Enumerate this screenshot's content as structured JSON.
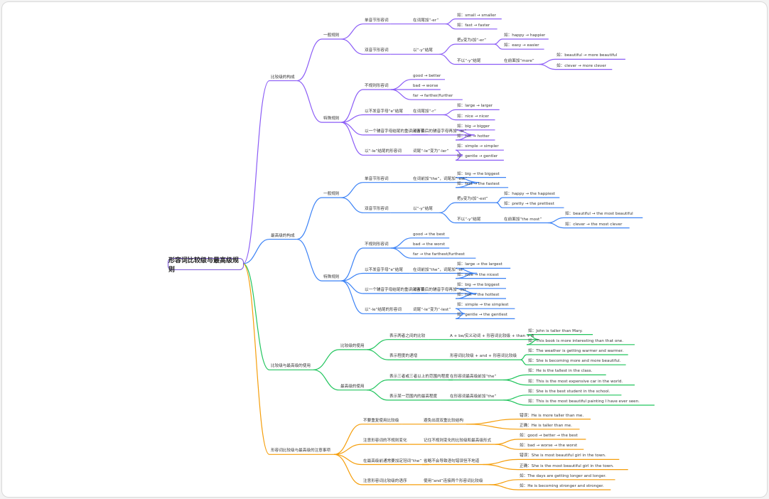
{
  "root": "形容词比较级与最高级规则",
  "colors": {
    "c1": "#8b5cf6",
    "c2": "#3b82f6",
    "c3": "#22c55e",
    "c4": "#f59e0b"
  },
  "branches": [
    {
      "label": "比较级的构成",
      "children": [
        {
          "label": "一般规则",
          "children": [
            {
              "label": "单音节形容词",
              "children": [
                {
                  "label": "在词尾加“-er”",
                  "children": [
                    {
                      "label": "如：small → smaller"
                    },
                    {
                      "label": "如：fast → faster"
                    }
                  ]
                }
              ]
            },
            {
              "label": "双音节形容词",
              "children": [
                {
                  "label": "以“-y”结尾",
                  "children": [
                    {
                      "label": "把y变为i加“-er”",
                      "children": [
                        {
                          "label": "如：happy → happier"
                        },
                        {
                          "label": "如：easy → easier"
                        }
                      ]
                    },
                    {
                      "label": "不以“-y”结尾",
                      "children": [
                        {
                          "label": "在前面加“more”",
                          "children": [
                            {
                              "label": "如：beautiful → more beautiful"
                            },
                            {
                              "label": "如：clever → more clever"
                            }
                          ]
                        }
                      ]
                    }
                  ]
                }
              ]
            }
          ]
        },
        {
          "label": "特殊规则",
          "children": [
            {
              "label": "不规则形容词",
              "children": [
                {
                  "label": "good → better"
                },
                {
                  "label": "bad → worse"
                },
                {
                  "label": "far → farther/further"
                }
              ]
            },
            {
              "label": "以不发音字母“e”结尾",
              "children": [
                {
                  "label": "在词尾加“-r”",
                  "children": [
                    {
                      "label": "如：large → larger"
                    },
                    {
                      "label": "如：nice → nicer"
                    }
                  ]
                }
              ]
            },
            {
              "label": "以一个辅音字母结尾的重读闭音节",
              "children": [
                {
                  "label": "双写最后的辅音字母再加“-er”",
                  "children": [
                    {
                      "label": "如：big → bigger"
                    },
                    {
                      "label": "如：hot → hotter"
                    }
                  ]
                }
              ]
            },
            {
              "label": "以“-le”结尾的形容词",
              "children": [
                {
                  "label": "词尾“-le”变为“-ler”",
                  "children": [
                    {
                      "label": "如：simple → simpler"
                    },
                    {
                      "label": "如：gentle → gentler"
                    }
                  ]
                }
              ]
            }
          ]
        }
      ]
    },
    {
      "label": "最高级的构成",
      "children": [
        {
          "label": "一般规则",
          "children": [
            {
              "label": "单音节形容词",
              "children": [
                {
                  "label": "在词前加“the”，词尾加“-est”",
                  "children": [
                    {
                      "label": "如：big → the biggest"
                    },
                    {
                      "label": "如：fast → the fastest"
                    }
                  ]
                }
              ]
            },
            {
              "label": "双音节形容词",
              "children": [
                {
                  "label": "以“-y”结尾",
                  "children": [
                    {
                      "label": "把y变为i加“-est”",
                      "children": [
                        {
                          "label": "如：happy → the happiest"
                        },
                        {
                          "label": "如：pretty → the prettiest"
                        }
                      ]
                    },
                    {
                      "label": "不以“-y”结尾",
                      "children": [
                        {
                          "label": "在前面加“the most”",
                          "children": [
                            {
                              "label": "如：beautiful → the most beautiful"
                            },
                            {
                              "label": "如：clever → the most clever"
                            }
                          ]
                        }
                      ]
                    }
                  ]
                }
              ]
            }
          ]
        },
        {
          "label": "特殊规则",
          "children": [
            {
              "label": "不规则形容词",
              "children": [
                {
                  "label": "good → the best"
                },
                {
                  "label": "bad → the worst"
                },
                {
                  "label": "far → the farthest/furthest"
                }
              ]
            },
            {
              "label": "以不发音字母“e”结尾",
              "children": [
                {
                  "label": "在词前加“the”，词尾加“-st”",
                  "children": [
                    {
                      "label": "如：large → the largest"
                    },
                    {
                      "label": "如：nice → the nicest"
                    }
                  ]
                }
              ]
            },
            {
              "label": "以一个辅音字母结尾的重读闭音节",
              "children": [
                {
                  "label": "双写最后的辅音字母再加“-est”",
                  "children": [
                    {
                      "label": "如：big → the biggest"
                    },
                    {
                      "label": "如：hot → the hottest"
                    }
                  ]
                }
              ]
            },
            {
              "label": "以“-le”结尾的形容词",
              "children": [
                {
                  "label": "词尾“-le”变为“-lest”",
                  "children": [
                    {
                      "label": "如：simple → the simplest"
                    },
                    {
                      "label": "如：gentle → the gentlest"
                    }
                  ]
                }
              ]
            }
          ]
        }
      ]
    },
    {
      "label": "比较级与最高级的使用",
      "children": [
        {
          "label": "比较级的使用",
          "children": [
            {
              "label": "表示两者之间的比较",
              "children": [
                {
                  "label": "A + be/实义动词 + 形容词比较级 + than + B",
                  "children": [
                    {
                      "label": "如：John is taller than Mary."
                    },
                    {
                      "label": "如：This book is more interesting than that one."
                    }
                  ]
                }
              ]
            },
            {
              "label": "表示程度的递增",
              "children": [
                {
                  "label": "形容词比较级 + and + 形容词比较级",
                  "children": [
                    {
                      "label": "如：The weather is getting warmer and warmer."
                    },
                    {
                      "label": "如：She is becoming more and more beautiful."
                    }
                  ]
                }
              ]
            }
          ]
        },
        {
          "label": "最高级的使用",
          "children": [
            {
              "label": "表示三者或三者以上的范围内程度",
              "children": [
                {
                  "label": "在形容词最高级前加“the”",
                  "children": [
                    {
                      "label": "如：He is the tallest in the class."
                    },
                    {
                      "label": "如：This is the most expensive car in the world."
                    }
                  ]
                }
              ]
            },
            {
              "label": "表示某一范围内的最高程度",
              "children": [
                {
                  "label": "在形容词最高级前加“the”",
                  "children": [
                    {
                      "label": "如：She is the best student in the school."
                    },
                    {
                      "label": "如：This is the most beautiful painting I have ever seen."
                    }
                  ]
                }
              ]
            }
          ]
        }
      ]
    },
    {
      "label": "形容词比较级与最高级的注意事项",
      "children": [
        {
          "label": "不要重复使用比较级",
          "children": [
            {
              "label": "避免出现双重比较结构",
              "children": [
                {
                  "label": "错误：He is more taller than me."
                },
                {
                  "label": "正确：He is taller than me."
                }
              ]
            }
          ]
        },
        {
          "label": "注意形容词的不规则变化",
          "children": [
            {
              "label": "记住不规则变化的比较级和最高级形式",
              "children": [
                {
                  "label": "如：good → better → the best"
                },
                {
                  "label": "如：bad → worse → the worst"
                }
              ]
            }
          ]
        },
        {
          "label": "在最高级前通常要加定冠词“the”",
          "children": [
            {
              "label": "省略不会导致语句错误但不地道",
              "children": [
                {
                  "label": "错误：She is most beautiful girl in the town."
                },
                {
                  "label": "正确：She is the most beautiful girl in the town."
                }
              ]
            }
          ]
        },
        {
          "label": "注意形容词比较级的语序",
          "children": [
            {
              "label": "使用“and”连接两个形容词比较级",
              "children": [
                {
                  "label": "如：The days are getting longer and longer."
                },
                {
                  "label": "如：He is becoming stronger and stronger."
                }
              ]
            }
          ]
        }
      ]
    }
  ]
}
